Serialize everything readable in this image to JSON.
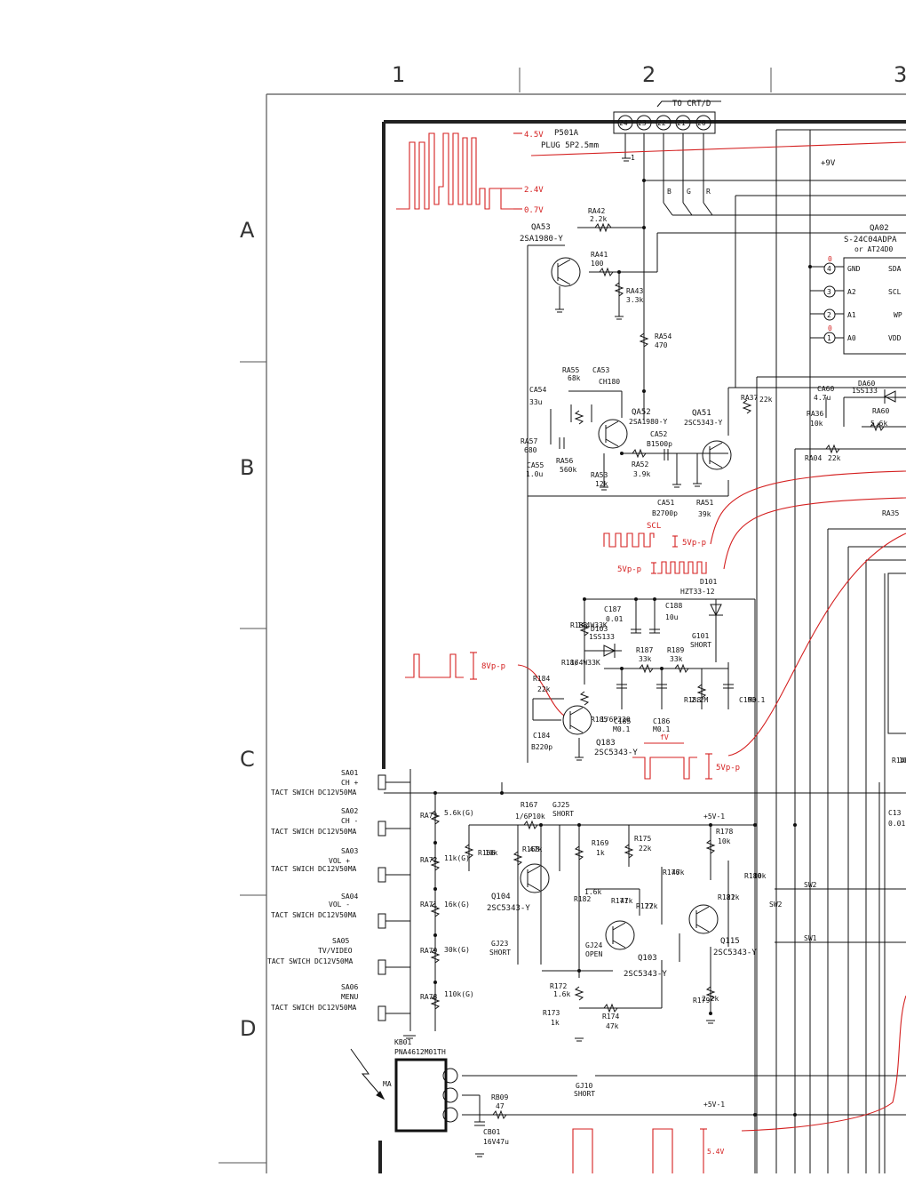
{
  "grid": {
    "columns": [
      "1",
      "2",
      "3"
    ],
    "rows": [
      "A",
      "B",
      "C",
      "D"
    ]
  },
  "connector": {
    "title": "TO CRT/D",
    "pins": [
      "24",
      "23",
      "22",
      "21",
      "20"
    ],
    "name": "P501A",
    "type": "PLUG 5P2.5mm",
    "signals": [
      "B",
      "G",
      "R"
    ]
  },
  "rails": {
    "v9": "+9V",
    "v5a": "+5V-1",
    "v5b": "+5V-1",
    "gnd": "1"
  },
  "waveforms": {
    "top": [
      "4.5V",
      "2.4V",
      "0.7V"
    ],
    "scl_name": "SCL",
    "scl_amp": "5Vp-p",
    "sda_amp": "5Vp-p",
    "pulse_amp": "8Vp-p",
    "fv": "fV",
    "fv_amp": "5Vp-p",
    "bottom": "5.4V"
  },
  "ic": {
    "ref": "QA02",
    "part": "S-24C04ADPA",
    "alt": "or AT24D0",
    "pins": [
      {
        "num": "4",
        "name": "GND",
        "level": "0"
      },
      {
        "num": "3",
        "name": "A2",
        "level": ""
      },
      {
        "num": "2",
        "name": "A1",
        "level": ""
      },
      {
        "num": "1",
        "name": "A0",
        "level": "0"
      }
    ],
    "right_pins": [
      "SDA",
      "SCL",
      "WP",
      "VDD"
    ]
  },
  "transistors": {
    "qa53": {
      "ref": "QA53",
      "part": "2SA1980-Y"
    },
    "qa52": {
      "ref": "QA52",
      "part": "2SA1980-Y"
    },
    "qa51": {
      "ref": "QA51",
      "part": "2SC5343-Y"
    },
    "q183": {
      "ref": "Q183",
      "part": "2SC5343-Y"
    },
    "q104": {
      "ref": "Q104",
      "part": "2SC5343-Y"
    },
    "q103": {
      "ref": "Q103",
      "part": "2SC5343-Y"
    },
    "q115": {
      "ref": "Q115",
      "part": "2SC5343-Y"
    }
  },
  "components": {
    "ra42": [
      "RA42",
      "2.2k"
    ],
    "ra41": [
      "RA41",
      "100"
    ],
    "ra43": [
      "RA43",
      "3.3k"
    ],
    "ra54": [
      "RA54",
      "470"
    ],
    "ra55": [
      "RA55",
      "68k"
    ],
    "ca53": [
      "CA53",
      "CH180"
    ],
    "ca54": [
      "CA54",
      "33u"
    ],
    "ra57": [
      "RA57",
      "680"
    ],
    "ca55": [
      "CA55",
      "1.0u"
    ],
    "ra56": [
      "RA56",
      "560k"
    ],
    "ra53": [
      "RA53",
      "12k"
    ],
    "ra52": [
      "RA52",
      "3.9k"
    ],
    "ca52": [
      "CA52",
      "B1500p"
    ],
    "ca51": [
      "CA51",
      "B2700p"
    ],
    "ra51": [
      "RA51",
      "39k"
    ],
    "ra37": [
      "RA37",
      "22k"
    ],
    "ca60": [
      "CA60",
      "4.7u"
    ],
    "da60": [
      "DA60",
      "1SS133"
    ],
    "ra36": [
      "RA36",
      "10k"
    ],
    "ra60": [
      "RA60",
      "5.6k"
    ],
    "ra04": [
      "RA04",
      "22k"
    ],
    "ra35": [
      "RA35",
      ""
    ],
    "d101": [
      "D101",
      "HZT33-12"
    ],
    "c187": [
      "C187",
      "0.01"
    ],
    "c188": [
      "C188",
      "10u"
    ],
    "r183": [
      "R183",
      "1/4W33K"
    ],
    "d103": [
      "D103",
      "1SS133"
    ],
    "g101": [
      "G101",
      "SHORT"
    ],
    "r186": [
      "R186",
      "1/4W33K"
    ],
    "r187": [
      "R187",
      "33k"
    ],
    "r189": [
      "R189",
      "33k"
    ],
    "r184": [
      "R184",
      "22k"
    ],
    "r185": [
      "R185",
      "1/6P220"
    ],
    "c193": [
      "C193",
      "M0.1"
    ],
    "r188": [
      "R188",
      "2.2M"
    ],
    "c185": [
      "C185",
      "M0.1"
    ],
    "c186": [
      "C186",
      "M0.1"
    ],
    "c184": [
      "C184",
      "B220p"
    ],
    "r140": [
      "R140",
      "100"
    ],
    "c13x": [
      "C13",
      "0.01"
    ],
    "ra73": [
      "RA73",
      "5.6k(G)"
    ],
    "ra72": [
      "RA72",
      "11k(G)"
    ],
    "ra71": [
      "RA71",
      "16k(G)"
    ],
    "ra79": [
      "RA79",
      "30k(G)"
    ],
    "ra78": [
      "RA78",
      "110k(G)"
    ],
    "r166": [
      "R166",
      "10k"
    ],
    "r167": [
      "R167",
      "1/6P10k"
    ],
    "gj25": [
      "GJ25",
      "SHORT"
    ],
    "r168": [
      "R168",
      "47k"
    ],
    "r169": [
      "R169",
      "1k"
    ],
    "r175": [
      "R175",
      "22k"
    ],
    "r176": [
      "R176",
      "47k"
    ],
    "r178": [
      "R178",
      "10k"
    ],
    "r180": [
      "R180",
      "10k"
    ],
    "r181": [
      "R181",
      "22k"
    ],
    "r182": [
      "R182",
      "1.6k"
    ],
    "r171": [
      "R171",
      "47k"
    ],
    "r177": [
      "R177",
      "22k"
    ],
    "gj23": [
      "GJ23",
      "SHORT"
    ],
    "gj24": [
      "GJ24",
      "OPEN"
    ],
    "r172": [
      "R172",
      "1.6k"
    ],
    "r173": [
      "R173",
      "1k"
    ],
    "r174": [
      "R174",
      "47k"
    ],
    "r179": [
      "R179",
      "2.2k"
    ],
    "gj10": [
      "GJ10",
      "SHORT"
    ],
    "rb09": [
      "RB09",
      "47"
    ],
    "cb01": [
      "CB01",
      "16V47u"
    ]
  },
  "switch_nets": [
    "SW2",
    "SW2",
    "SW1"
  ],
  "switches": [
    {
      "ref": "SA01",
      "func": "CH +",
      "rating": "TACT SWICH DC12V50MA"
    },
    {
      "ref": "SA02",
      "func": "CH -",
      "rating": "TACT SWICH DC12V50MA"
    },
    {
      "ref": "SA03",
      "func": "VOL +",
      "rating": "TACT SWICH DC12V50MA"
    },
    {
      "ref": "SA04",
      "func": "VOL -",
      "rating": "TACT SWICH DC12V50MA"
    },
    {
      "ref": "SA05",
      "func": "TV/VIDEO",
      "rating": "TACT SWICH DC12V50MA"
    },
    {
      "ref": "SA06",
      "func": "MENU",
      "rating": "TACT SWICH DC12V50MA"
    }
  ],
  "remote_receiver": {
    "ref": "KB01",
    "part": "PNA4612M01TH",
    "mark": "MA"
  },
  "colors": {
    "ink": "#111111",
    "annotation": "#d42020",
    "grid": "#555555"
  }
}
